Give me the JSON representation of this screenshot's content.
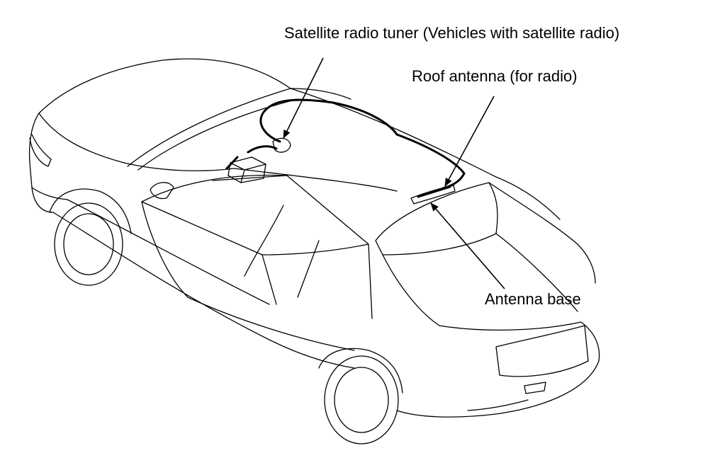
{
  "labels": {
    "tuner": "Satellite radio tuner (Vehicles with satellite radio)",
    "roof_antenna": "Roof antenna (for radio)",
    "antenna_base": "Antenna base"
  }
}
